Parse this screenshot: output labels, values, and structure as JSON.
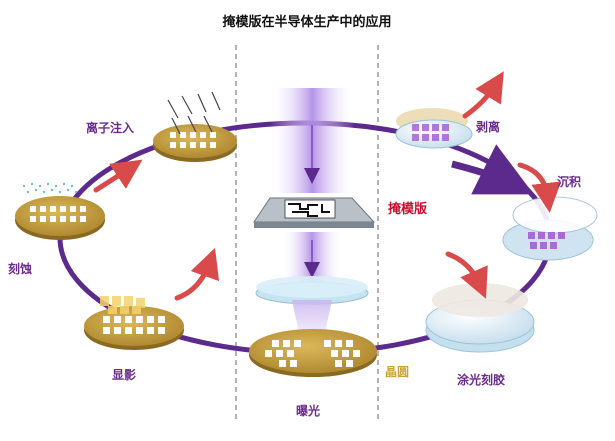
{
  "title": "掩模版在半导体生产中的应用",
  "labels": {
    "ion_implant": "离子注入",
    "etch": "刻蚀",
    "develop": "显影",
    "exposure": "曝光",
    "wafer": "晶圆",
    "coat": "涂光刻胶",
    "deposit": "沉积",
    "strip": "剥离",
    "mask": "掩模版"
  },
  "colors": {
    "cycle": "#5b2a8c",
    "label_purple": "#6a2d8f",
    "mask_label": "#c8102e",
    "wafer_gold": "#c9a23a",
    "arrow_red": "#d94a4a",
    "beam": "#b79be0"
  }
}
